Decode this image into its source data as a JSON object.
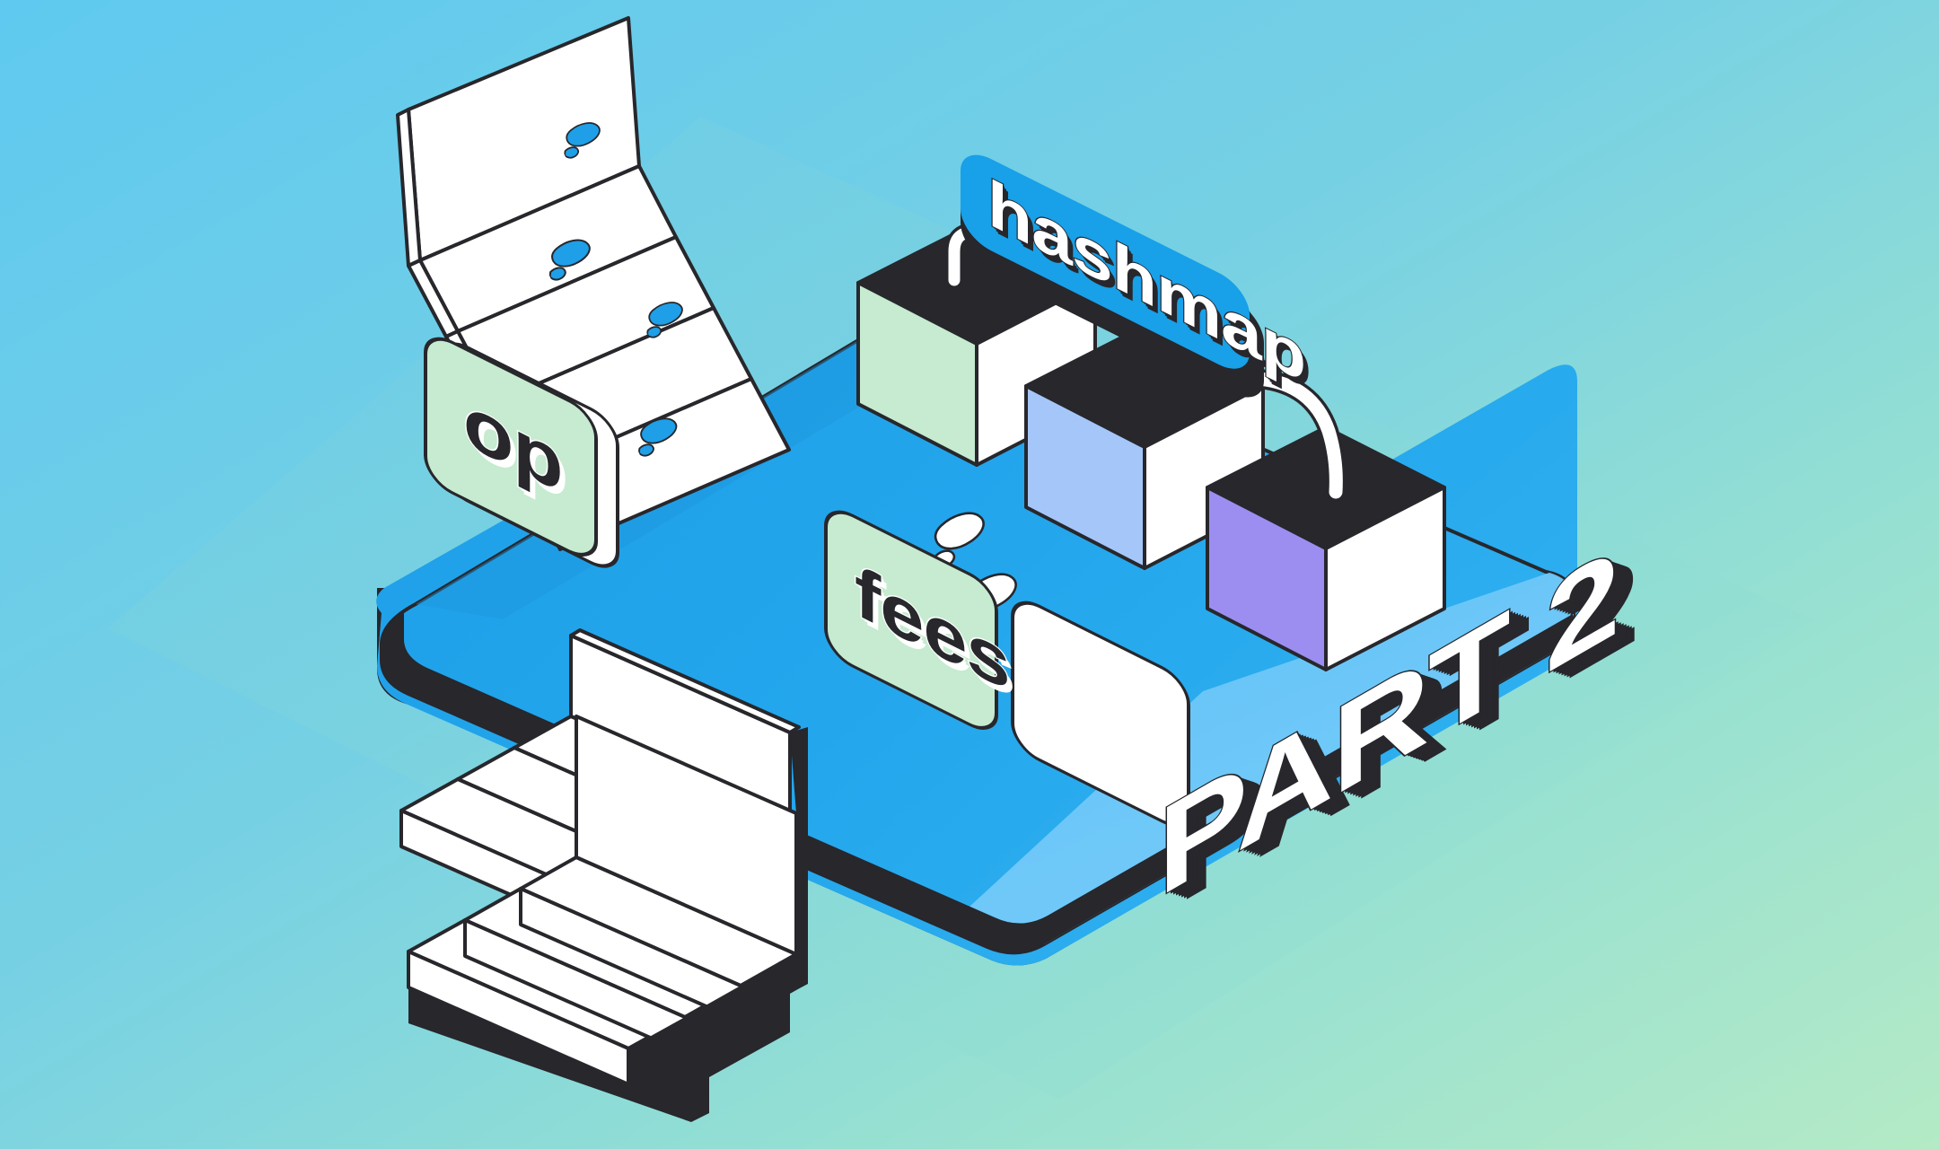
{
  "illustration": {
    "title_text": "PART 2",
    "kind": "isometric-illustration",
    "background": {
      "gradient_from": "#5FC9EF",
      "gradient_to": "#AEE8C8",
      "glow_color": "#79D2DC"
    },
    "platform": {
      "top_color": "#1E9FE8",
      "highlight_color": "#6FC6F6",
      "edge_color": "#27272C",
      "outline_color": "#27272C"
    },
    "labels": [
      {
        "id": "op",
        "text": "op",
        "face_color": "#C6EBD0",
        "side_color": "#FFFFFF",
        "text_color": "#27272C",
        "text_extrude_color": "#FFFFFF"
      },
      {
        "id": "fees",
        "text": "fees",
        "face_color": "#C6EBD0",
        "side_color": "#FFFFFF",
        "text_color": "#27272C",
        "text_extrude_color": "#FFFFFF"
      },
      {
        "id": "hashmap",
        "text": "hashmap",
        "face_color": "#18A0E8",
        "side_color": "#27272C",
        "text_color": "#FFFFFF",
        "text_extrude_color": "#27272C"
      }
    ],
    "boxes": [
      {
        "id": "green-box",
        "left_face_color": "#C6EBD0",
        "right_face_color": "#FFFFFF",
        "top_color": "#27272C"
      },
      {
        "id": "blue-box",
        "left_face_color": "#A5C6F9",
        "right_face_color": "#FFFFFF",
        "top_color": "#27272C"
      },
      {
        "id": "purple-box",
        "left_face_color": "#9B8EF0",
        "right_face_color": "#FFFFFF",
        "top_color": "#27272C"
      }
    ],
    "tubes": [
      {
        "id": "tube-left",
        "color": "#FFFFFF",
        "from": "green-box",
        "to": "hashmap"
      },
      {
        "id": "tube-right",
        "color": "#FFFFFF",
        "from": "hashmap",
        "to": "purple-box"
      }
    ],
    "staircases": [
      {
        "id": "upper-staircase",
        "steps": 5,
        "tread_color": "#FFFFFF",
        "riser_color": "#FFFFFF",
        "outline_color": "#27272C"
      },
      {
        "id": "lower-staircase",
        "steps": 5,
        "tread_color": "#FFFFFF",
        "riser_color": "#FFFFFF",
        "shadow_color": "#27272C"
      }
    ],
    "footprints": [
      {
        "id": "step-print-1",
        "color": "#1E9FE8",
        "surface": "upper-staircase"
      },
      {
        "id": "step-print-2",
        "color": "#1E9FE8",
        "surface": "upper-staircase"
      },
      {
        "id": "step-print-3",
        "color": "#1E9FE8",
        "surface": "upper-staircase"
      },
      {
        "id": "step-print-4",
        "color": "#1E9FE8",
        "surface": "upper-staircase"
      },
      {
        "id": "platform-print-1",
        "color": "#FFFFFF",
        "surface": "platform"
      },
      {
        "id": "platform-print-2",
        "color": "#FFFFFF",
        "surface": "platform"
      }
    ],
    "title_colors": {
      "face": "#FFFFFF",
      "extrude": "#27272C"
    }
  }
}
